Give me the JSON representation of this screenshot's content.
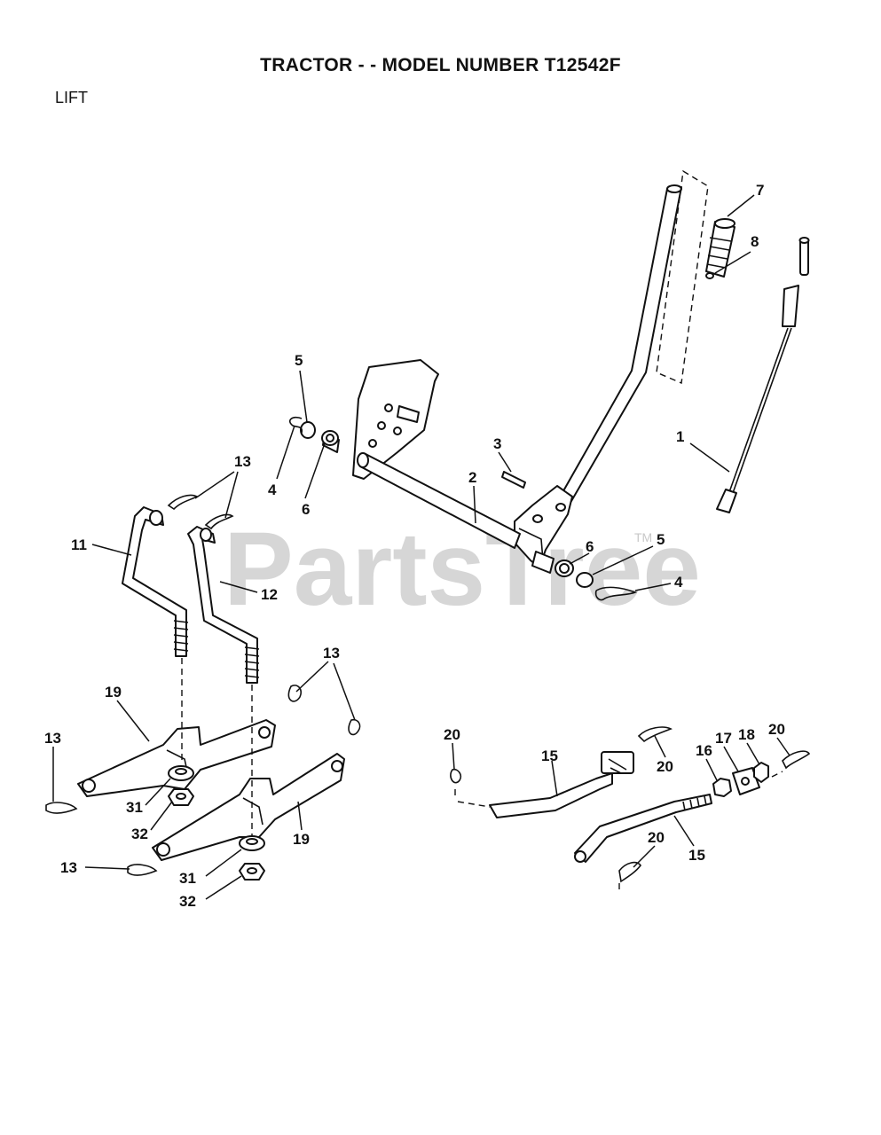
{
  "title": "TRACTOR - - MODEL NUMBER T12542F",
  "section": "LIFT",
  "watermark": {
    "text": "PartsTree",
    "tm": "TM"
  },
  "callouts": [
    {
      "id": "c-7",
      "text": "7"
    },
    {
      "id": "c-8",
      "text": "8"
    },
    {
      "id": "c-1",
      "text": "1"
    },
    {
      "id": "c-5a",
      "text": "5"
    },
    {
      "id": "c-4a",
      "text": "4"
    },
    {
      "id": "c-6a",
      "text": "6"
    },
    {
      "id": "c-3",
      "text": "3"
    },
    {
      "id": "c-2",
      "text": "2"
    },
    {
      "id": "c-6b",
      "text": "6"
    },
    {
      "id": "c-5b",
      "text": "5"
    },
    {
      "id": "c-4b",
      "text": "4"
    },
    {
      "id": "c-13a",
      "text": "13"
    },
    {
      "id": "c-11",
      "text": "11"
    },
    {
      "id": "c-12",
      "text": "12"
    },
    {
      "id": "c-13b",
      "text": "13"
    },
    {
      "id": "c-19a",
      "text": "19"
    },
    {
      "id": "c-13c",
      "text": "13"
    },
    {
      "id": "c-31a",
      "text": "31"
    },
    {
      "id": "c-32a",
      "text": "32"
    },
    {
      "id": "c-19b",
      "text": "19"
    },
    {
      "id": "c-13d",
      "text": "13"
    },
    {
      "id": "c-31b",
      "text": "31"
    },
    {
      "id": "c-32b",
      "text": "32"
    },
    {
      "id": "c-20a",
      "text": "20"
    },
    {
      "id": "c-15a",
      "text": "15"
    },
    {
      "id": "c-20b",
      "text": "20"
    },
    {
      "id": "c-16",
      "text": "16"
    },
    {
      "id": "c-17",
      "text": "17"
    },
    {
      "id": "c-18",
      "text": "18"
    },
    {
      "id": "c-20c",
      "text": "20"
    },
    {
      "id": "c-20d",
      "text": "20"
    },
    {
      "id": "c-15b",
      "text": "15"
    }
  ]
}
